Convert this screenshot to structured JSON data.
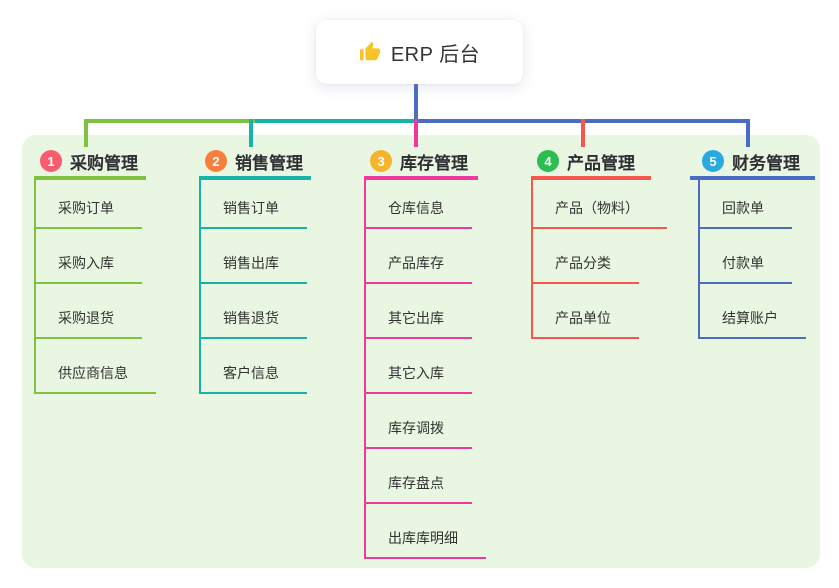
{
  "root": {
    "title": "ERP 后台",
    "icon": "thumbs-up",
    "icon_color": "#f7c325"
  },
  "colors": {
    "panel_bg": "#e8f6e2",
    "connector_blue": "#4a6cc3",
    "text_dark": "#333333"
  },
  "branches": [
    {
      "badge": "1",
      "label": "采购管理",
      "badge_color": "#f75d6e",
      "line_color": "#7fc241",
      "children": [
        "采购订单",
        "采购入库",
        "采购退货",
        "供应商信息"
      ]
    },
    {
      "badge": "2",
      "label": "销售管理",
      "badge_color": "#f77e3c",
      "line_color": "#17b3ab",
      "children": [
        "销售订单",
        "销售出库",
        "销售退货",
        "客户信息"
      ]
    },
    {
      "badge": "3",
      "label": "库存管理",
      "badge_color": "#f6b42c",
      "line_color": "#ee3a9e",
      "children": [
        "仓库信息",
        "产品库存",
        "其它出库",
        "其它入库",
        "库存调拨",
        "库存盘点",
        "出库库明细"
      ]
    },
    {
      "badge": "4",
      "label": "产品管理",
      "badge_color": "#2ebd51",
      "line_color": "#f7564d",
      "children": [
        "产品（物料）",
        "产品分类",
        "产品单位"
      ]
    },
    {
      "badge": "5",
      "label": "财务管理",
      "badge_color": "#2aa8e0",
      "line_color": "#4a6cc3",
      "children": [
        "回款单",
        "付款单",
        "结算账户"
      ]
    }
  ]
}
